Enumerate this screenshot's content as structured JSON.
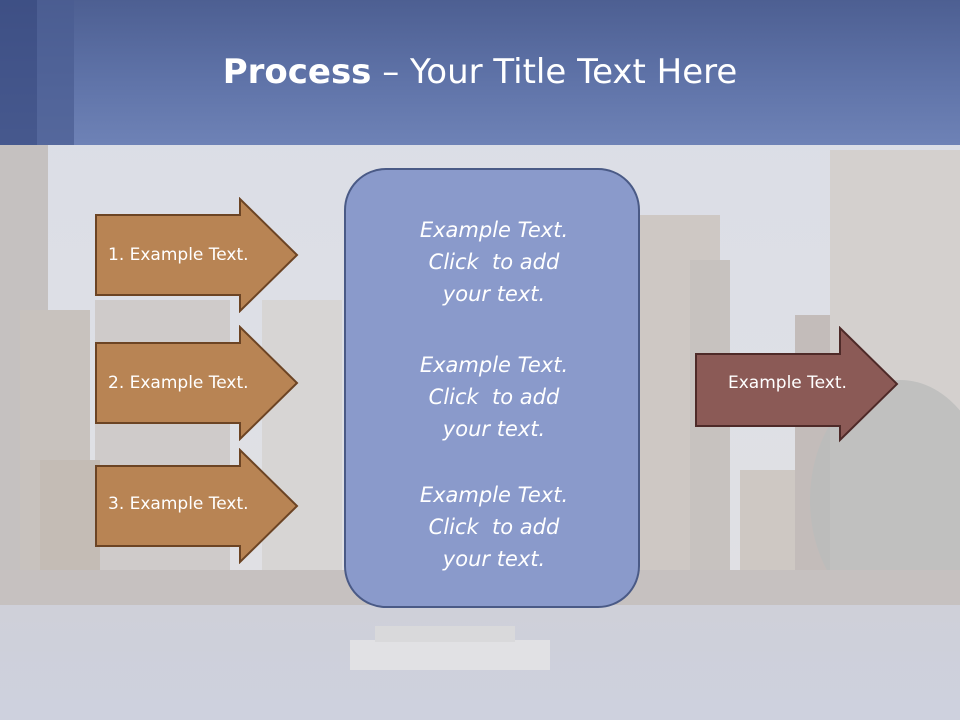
{
  "title": {
    "bold": "Process",
    "rest": " – Your Title Text Here"
  },
  "left_arrows": [
    {
      "label": "1. Example Text."
    },
    {
      "label": "2. Example Text."
    },
    {
      "label": "3. Example Text."
    }
  ],
  "center_box": {
    "blocks": [
      {
        "line1": "Example Text.",
        "line2": "Click  to add",
        "line3": "your text."
      },
      {
        "line1": "Example Text.",
        "line2": "Click  to add",
        "line3": "your text."
      },
      {
        "line1": "Example Text.",
        "line2": "Click  to add",
        "line3": "your text."
      }
    ]
  },
  "right_arrow": {
    "label": "Example Text."
  },
  "colors": {
    "left_arrow_fill": "#b88454",
    "right_arrow_fill": "#8b5a56",
    "center_fill": "#8a9acb",
    "title_bar": "#5f73a8"
  }
}
